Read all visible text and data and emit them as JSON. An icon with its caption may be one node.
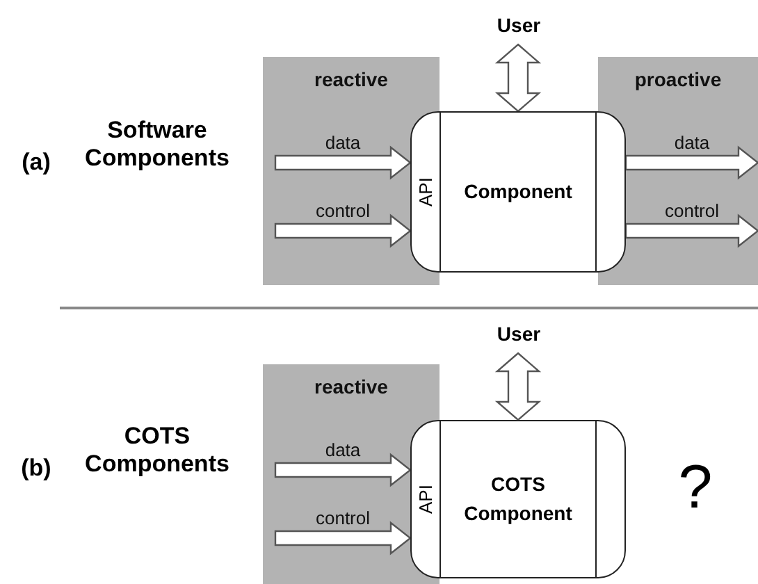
{
  "diagram": {
    "nodes": [
      {
        "text": [
          "reactive"
        ]
      },
      {
        "text": [
          "API",
          "Component"
        ]
      },
      {
        "text": [
          "proactive"
        ]
      },
      {
        "text": [
          "User"
        ]
      },
      {
        "text": [
          "reactive"
        ]
      },
      {
        "text": [
          "API",
          "COTS Component"
        ]
      },
      {
        "text": [
          "User"
        ]
      }
    ],
    "edges": [
      {
        "from": 3,
        "to": 1,
        "arrow": "both"
      },
      {
        "from": null,
        "to": 1,
        "arrow": "to",
        "label": "data"
      },
      {
        "from": null,
        "to": 1,
        "arrow": "to",
        "label": "control"
      },
      {
        "from": 1,
        "to": null,
        "arrow": "to",
        "label": "data"
      },
      {
        "from": 1,
        "to": null,
        "arrow": "to",
        "label": "control"
      },
      {
        "from": 6,
        "to": 5,
        "arrow": "both"
      },
      {
        "from": null,
        "to": 5,
        "arrow": "to",
        "label": "data"
      },
      {
        "from": null,
        "to": 5,
        "arrow": "to",
        "label": "control"
      }
    ],
    "labels": [
      "(a)",
      "Software Components",
      "(b)",
      "COTS Components",
      "?"
    ]
  }
}
